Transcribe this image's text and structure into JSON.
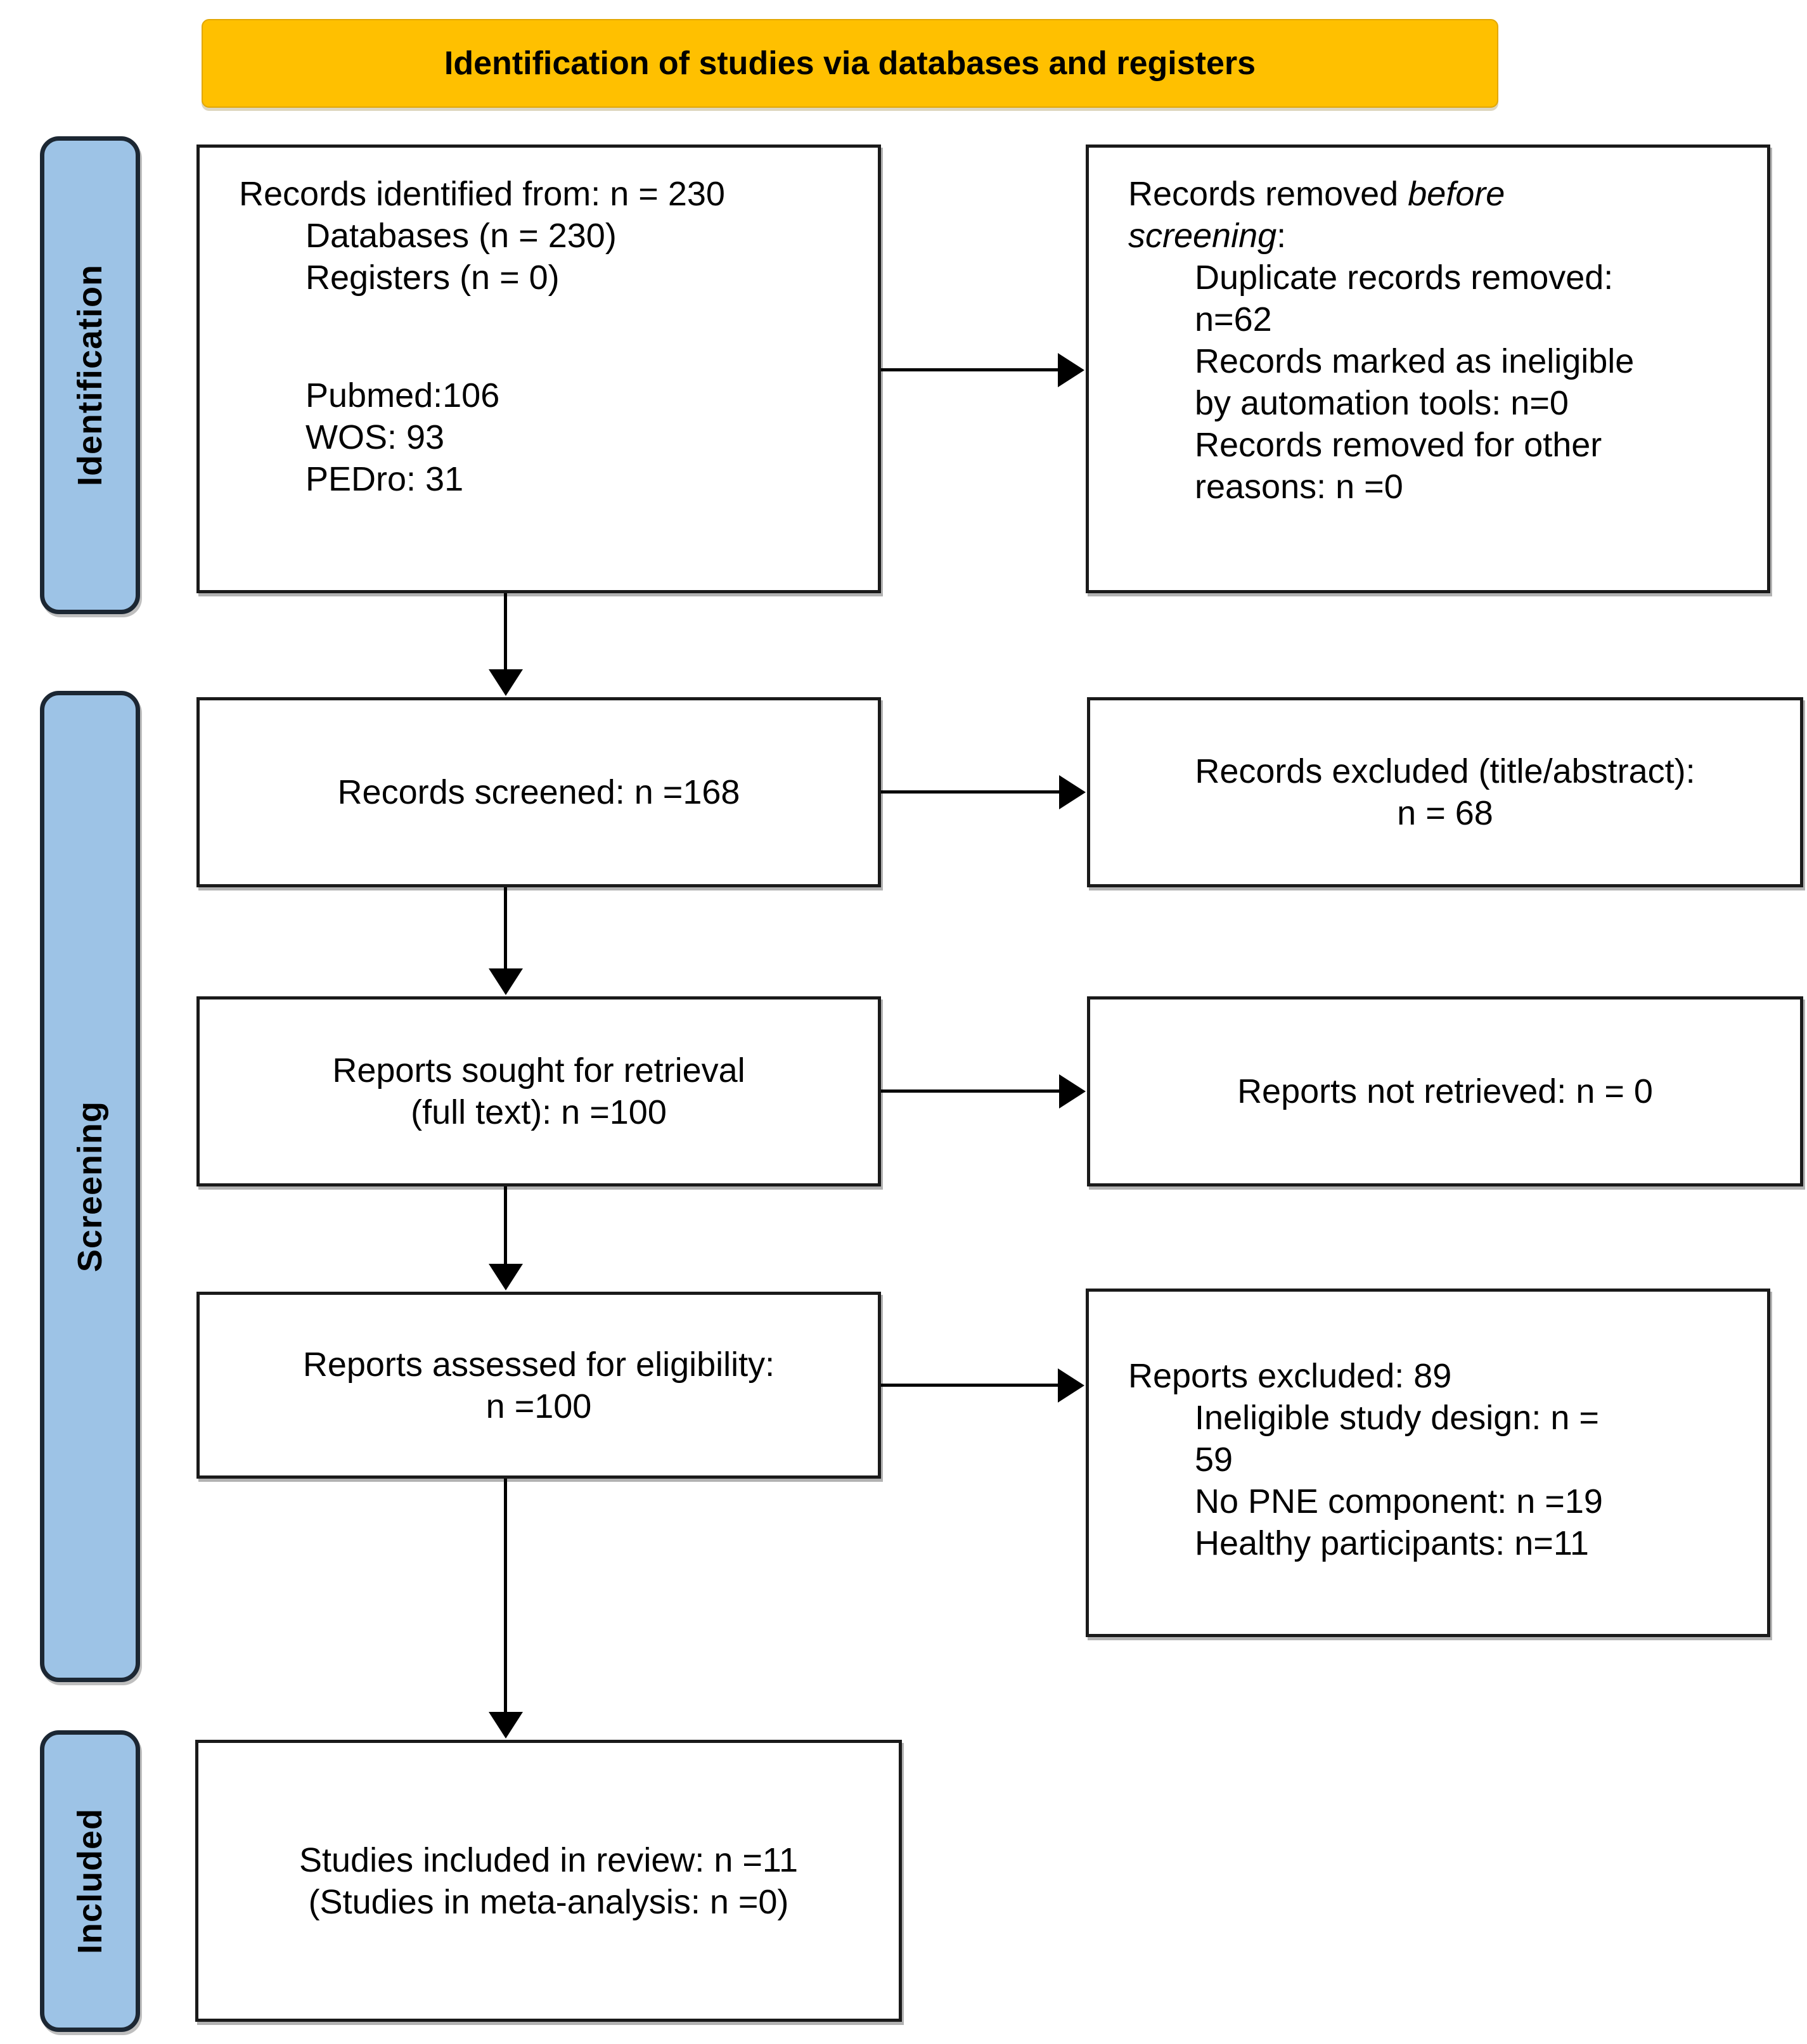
{
  "banner": {
    "text": "Identification of studies via databases and registers"
  },
  "stages": {
    "identification": "Identification",
    "screening": "Screening",
    "included": "Included"
  },
  "colors": {
    "banner_bg": "#FFC000",
    "stage_bg": "#9DC3E6",
    "box_border": "#1a1a1a"
  },
  "boxes": {
    "identified": {
      "l1": "Records identified from: n = 230",
      "l2": "Databases (n = 230)",
      "l3": "Registers (n = 0)",
      "l4": "Pubmed:106",
      "l5": "WOS: 93",
      "l6": "PEDro: 31"
    },
    "removed_before": {
      "l1a": "Records removed ",
      "l1b": "before",
      "l2a": "screening",
      "l2b": ":",
      "l3": "Duplicate records removed:",
      "l4": "n=62",
      "l5": "Records marked as ineligible",
      "l6": "by automation tools: n=0",
      "l7": "Records removed for other",
      "l8": "reasons: n =0"
    },
    "screened": {
      "l1": "Records screened: n =168"
    },
    "excluded_title_abstract": {
      "l1": "Records excluded (title/abstract):",
      "l2": "n = 68"
    },
    "sought": {
      "l1": "Reports sought for retrieval",
      "l2": "(full text): n =100"
    },
    "not_retrieved": {
      "l1": "Reports not retrieved: n = 0"
    },
    "assessed": {
      "l1": "Reports assessed for eligibility:",
      "l2": "n =100"
    },
    "reports_excluded": {
      "l1": "Reports excluded: 89",
      "l2": "Ineligible study design: n =",
      "l3": "59",
      "l4": "No PNE component: n =19",
      "l5": "Healthy participants: n=11"
    },
    "included_review": {
      "l1": "Studies included in review: n =11",
      "l2": "(Studies in meta-analysis: n =0)"
    }
  }
}
